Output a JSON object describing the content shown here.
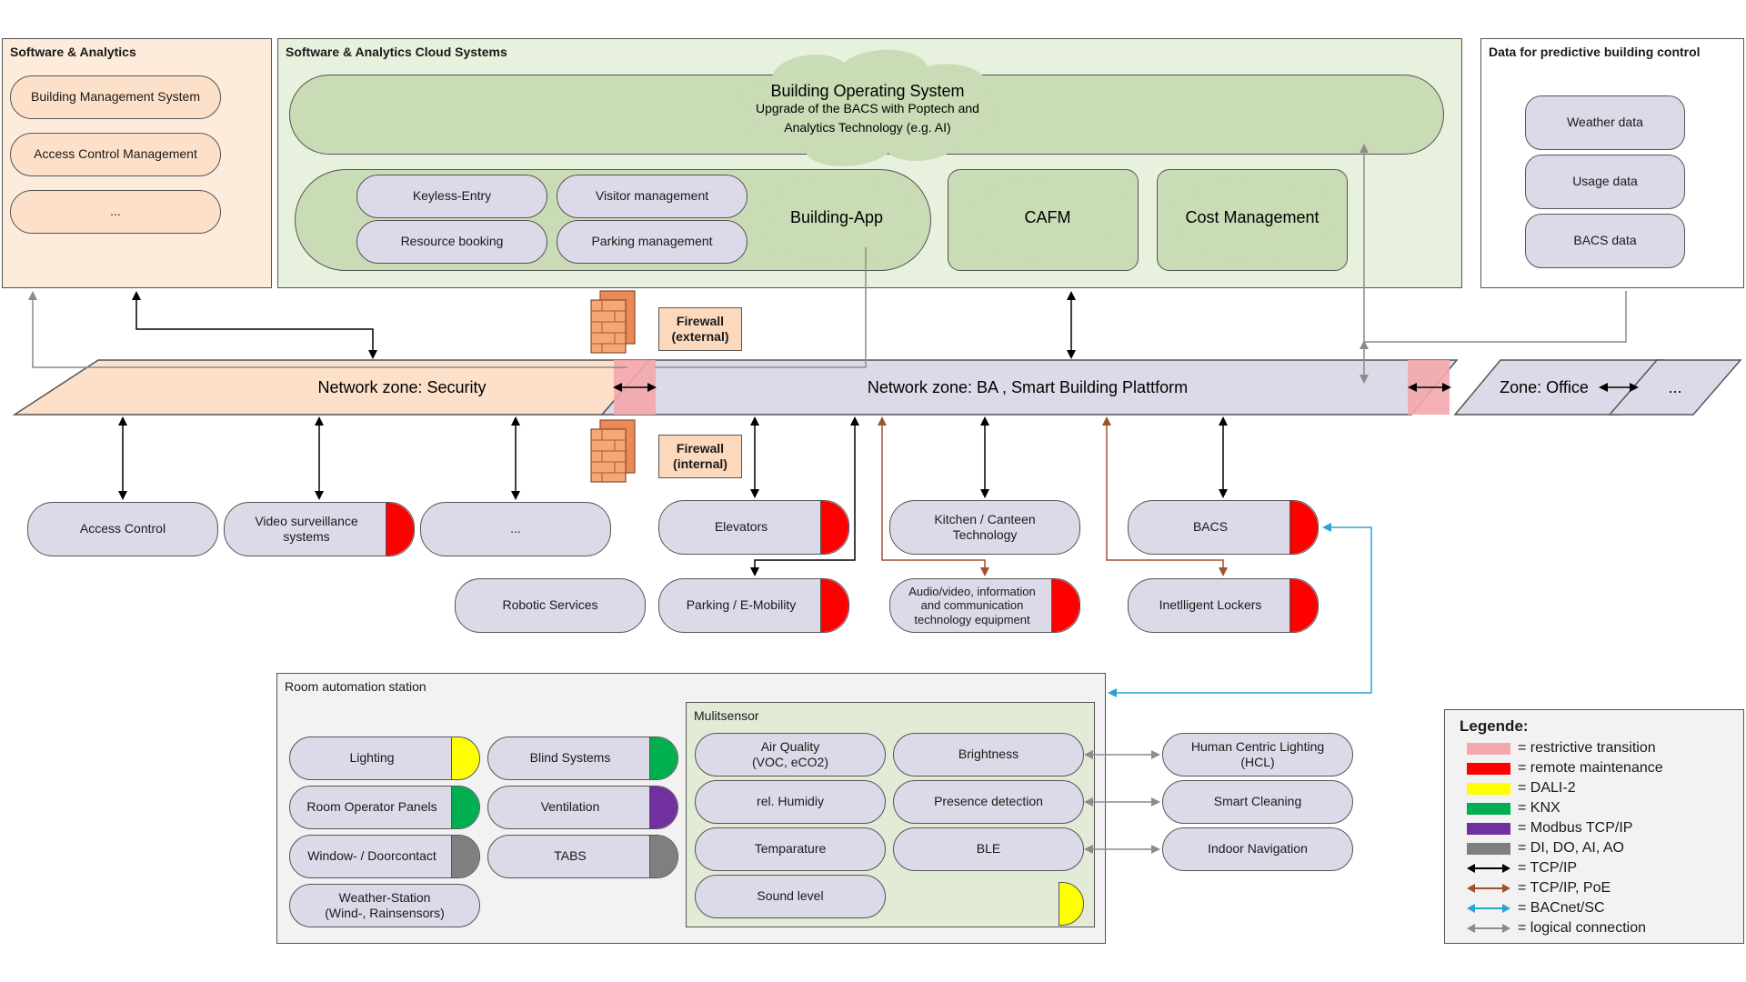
{
  "panels": {
    "software_analytics": {
      "title": "Software & Analytics",
      "items": [
        "Building Management System",
        "Access Control Management",
        "..."
      ]
    },
    "cloud": {
      "title": "Software & Analytics Cloud Systems"
    },
    "predictive": {
      "title": "Data for predictive building control",
      "items": [
        "Weather data",
        "Usage data",
        "BACS data"
      ]
    }
  },
  "clouds": {
    "bos": {
      "title": "Building Operating System",
      "line1": "Upgrade of the BACS with Poptech and",
      "line2": "Analytics Technology (e.g. AI)"
    },
    "building_app": "Building-App",
    "cafm": "CAFM",
    "cost": "Cost Management"
  },
  "app_items": [
    "Keyless-Entry",
    "Visitor management",
    "Resource booking",
    "Parking management"
  ],
  "firewalls": {
    "external": [
      "Firewall",
      "(external)"
    ],
    "internal": [
      "Firewall",
      "(internal)"
    ]
  },
  "zones": {
    "security": "Network zone: Security",
    "ba": "Network zone: BA , Smart Building Plattform",
    "office": "Zone: Office",
    "more": "..."
  },
  "devices": {
    "access_control": "Access Control",
    "video": [
      "Video surveillance",
      "systems"
    ],
    "security_more": "...",
    "elevators": "Elevators",
    "kitchen": [
      "Kitchen / Canteen",
      "Technology"
    ],
    "bacs": "BACS",
    "robotic": "Robotic Services",
    "parking": "Parking / E-Mobility",
    "av": [
      "Audio/video, information",
      "and communication",
      "technology equipment"
    ],
    "lockers": "Inetlligent Lockers"
  },
  "room": {
    "title": "Room automation station",
    "items": {
      "lighting": "Lighting",
      "blind": "Blind Systems",
      "operator": "Room Operator Panels",
      "ventilation": "Ventilation",
      "window": "Window- / Doorcontact",
      "tabs": "TABS",
      "weather": [
        "Weather-Station",
        "(Wind-, Rainsensors)"
      ]
    },
    "multisensor": {
      "title": "Mulitsensor",
      "items": {
        "air": [
          "Air Quality",
          "(VOC, eCO2)"
        ],
        "brightness": "Brightness",
        "humidity": "rel. Humidiy",
        "presence": "Presence detection",
        "temperature": "Temparature",
        "ble": "BLE",
        "sound": "Sound level"
      }
    }
  },
  "services": {
    "hcl": [
      "Human Centric Lighting",
      "(HCL)"
    ],
    "cleaning": "Smart Cleaning",
    "navigation": "Indoor Navigation"
  },
  "legend": {
    "title": "Legende:",
    "rows": [
      {
        "label": "= restrictive transition",
        "color": "#f4a7ad",
        "kind": "swatch"
      },
      {
        "label": "= remote maintenance",
        "color": "#ff0000",
        "kind": "swatch"
      },
      {
        "label": "= DALI-2",
        "color": "#ffff00",
        "kind": "swatch"
      },
      {
        "label": "= KNX",
        "color": "#00b050",
        "kind": "swatch"
      },
      {
        "label": "= Modbus TCP/IP",
        "color": "#7030a0",
        "kind": "swatch"
      },
      {
        "label": "= DI, DO, AI, AO",
        "color": "#7f7f7f",
        "kind": "swatch"
      },
      {
        "label": "= TCP/IP",
        "color": "#000000",
        "kind": "arrow"
      },
      {
        "label": "= TCP/IP, PoE",
        "color": "#a0522d",
        "kind": "arrow"
      },
      {
        "label": "= BACnet/SC",
        "color": "#29a3d1",
        "kind": "arrow"
      },
      {
        "label": "= logical connection",
        "color": "#8c8c8c",
        "kind": "arrow"
      }
    ]
  },
  "colors": {
    "remote_maintenance": "#ff0000",
    "dali2": "#ffff00",
    "knx": "#00b050",
    "modbus": "#7030a0",
    "dio": "#7f7f7f",
    "restrictive": "#f4a7ad",
    "tcpip": "#000000",
    "poe": "#a0522d",
    "bacnet": "#29a3d1",
    "logical": "#8c8c8c",
    "security_fill": "#fde0c9",
    "ba_fill": "#dcd9e8",
    "cloud_fill": "#c9dcb5",
    "cloud_panel": "#e8f0de"
  }
}
